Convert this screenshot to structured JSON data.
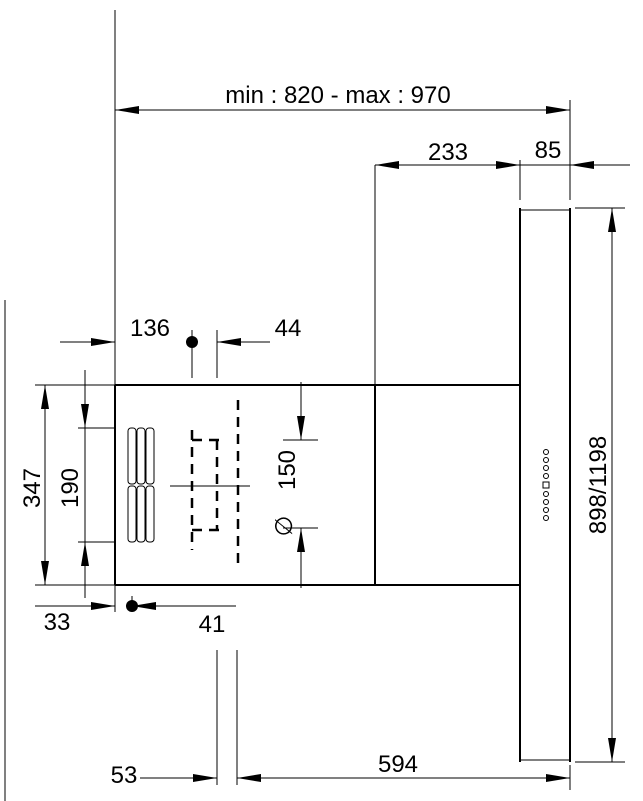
{
  "dimensions": {
    "overall_width": "min : 820  -  max : 970",
    "chimney_offset": "233",
    "chimney_depth": "85",
    "chimney_height": "898/1198",
    "left_offset_top": "136",
    "left_gap_top": "44",
    "hood_height": "347",
    "inner_height": "190",
    "duct_diameter": "150",
    "left_offset_bottom": "33",
    "left_gap_bottom": "41",
    "bottom_left": "53",
    "bottom_width": "594"
  },
  "diameter_symbol": "∅"
}
